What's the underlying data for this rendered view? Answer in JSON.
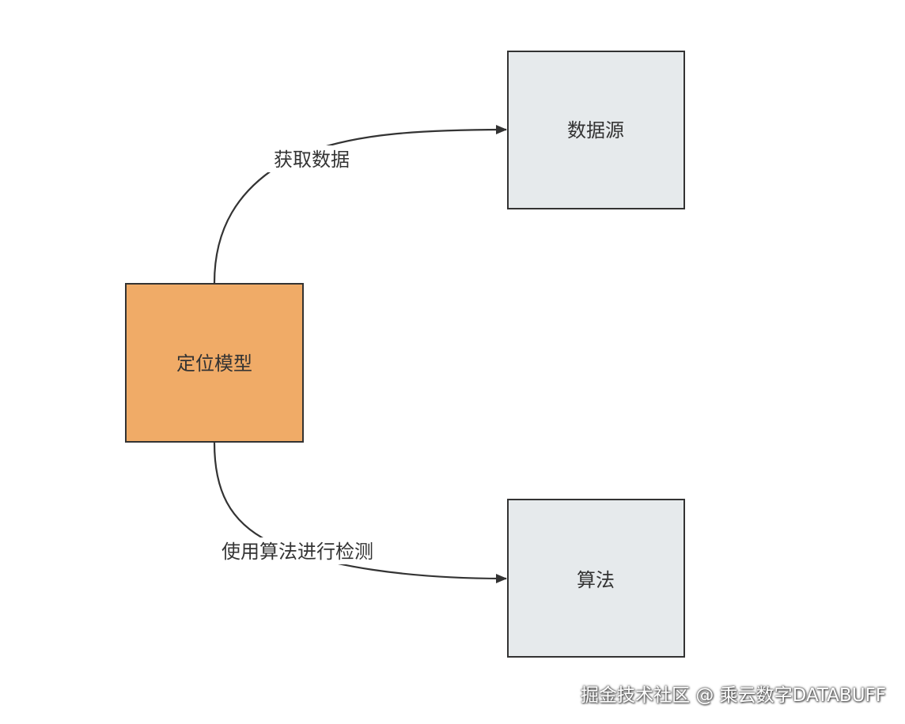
{
  "nodes": {
    "model": {
      "label": "定位模型",
      "fill": "#f0ab67",
      "stroke": "#333333"
    },
    "datasource": {
      "label": "数据源",
      "fill": "#e6eaec",
      "stroke": "#333333"
    },
    "algorithm": {
      "label": "算法",
      "fill": "#e6eaec",
      "stroke": "#333333"
    }
  },
  "edges": {
    "get_data": {
      "label": "获取数据",
      "from": "定位模型",
      "to": "数据源"
    },
    "use_algorithm": {
      "label": "使用算法进行检测",
      "from": "定位模型",
      "to": "算法"
    }
  },
  "watermark": {
    "text": "掘金技术社区 @ 乘云数字DATABUFF"
  }
}
